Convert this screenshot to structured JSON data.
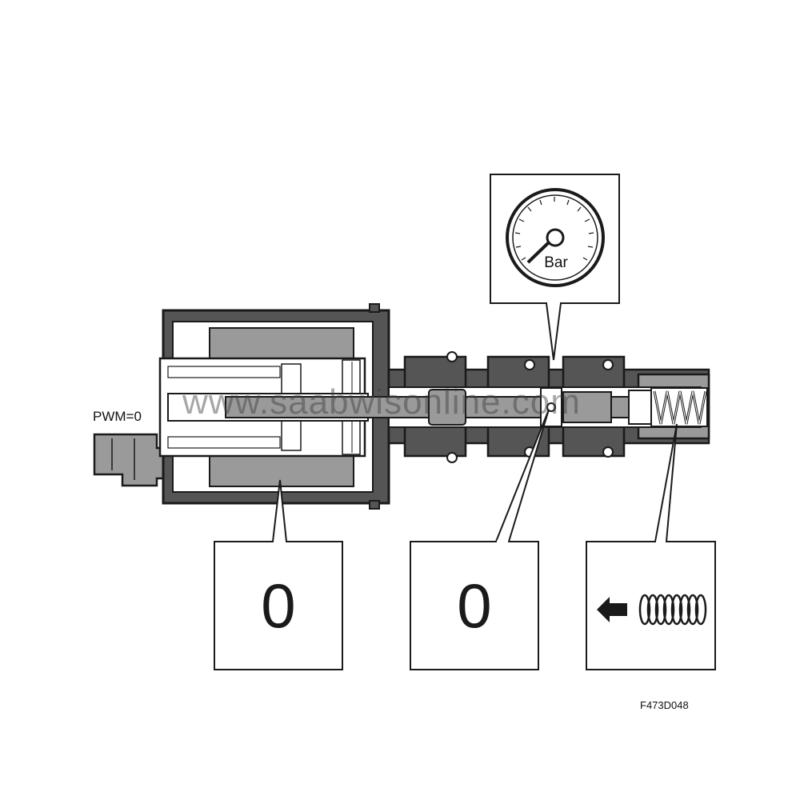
{
  "diagram": {
    "input_label": "PWM=0",
    "gauge_unit": "Bar",
    "solenoid_state": "0",
    "pressure_state": "0",
    "watermark": "www.saabwisonline.com",
    "figure_id": "F473D048",
    "icons": {
      "gauge": "pressure-gauge-icon",
      "arrow": "left-arrow-icon",
      "spring": "spring-icon"
    },
    "colors": {
      "housing_dark": "#555555",
      "housing_light": "#9a9a9a",
      "outline": "#1a1a1a",
      "background": "#ffffff"
    }
  }
}
